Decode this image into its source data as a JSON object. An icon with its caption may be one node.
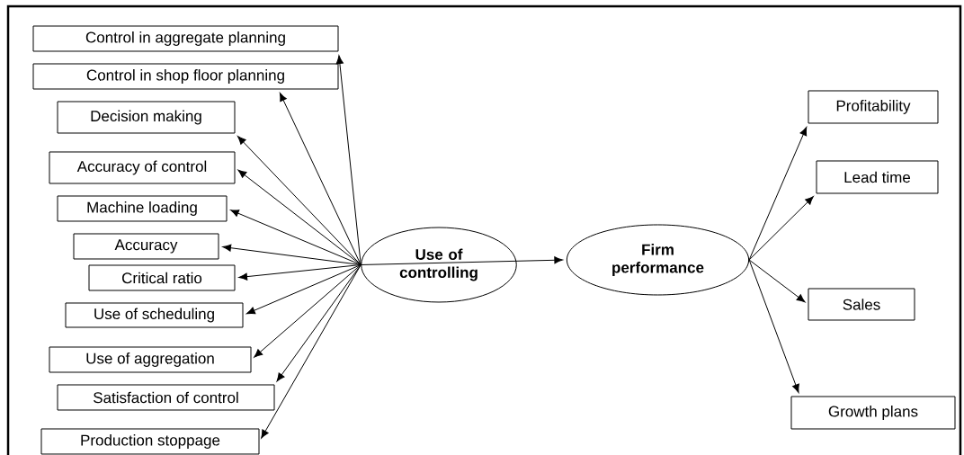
{
  "diagram": {
    "nodes": [
      {
        "text": [
          "Control in aggregate planning"
        ]
      },
      {
        "text": [
          "Control in shop floor planning"
        ]
      },
      {
        "text": [
          "Decision making"
        ]
      },
      {
        "text": [
          "Accuracy of control"
        ]
      },
      {
        "text": [
          "Machine loading"
        ]
      },
      {
        "text": [
          "Accuracy"
        ]
      },
      {
        "text": [
          "Critical ratio"
        ]
      },
      {
        "text": [
          "Use of scheduling"
        ]
      },
      {
        "text": [
          "Use of aggregation"
        ]
      },
      {
        "text": [
          "Satisfaction of control"
        ]
      },
      {
        "text": [
          "Production stoppage"
        ]
      },
      {
        "text": [
          "Use of controlling"
        ]
      },
      {
        "text": [
          "Firm performance"
        ]
      },
      {
        "text": [
          "Profitability"
        ]
      },
      {
        "text": [
          "Lead time"
        ]
      },
      {
        "text": [
          "Sales"
        ]
      },
      {
        "text": [
          "Growth plans"
        ]
      }
    ],
    "edges": [
      {
        "from": 11,
        "to": 0,
        "arrow": "to"
      },
      {
        "from": 11,
        "to": 1,
        "arrow": "to"
      },
      {
        "from": 11,
        "to": 2,
        "arrow": "to"
      },
      {
        "from": 11,
        "to": 3,
        "arrow": "to"
      },
      {
        "from": 11,
        "to": 4,
        "arrow": "to"
      },
      {
        "from": 11,
        "to": 5,
        "arrow": "to"
      },
      {
        "from": 11,
        "to": 6,
        "arrow": "to"
      },
      {
        "from": 11,
        "to": 7,
        "arrow": "to"
      },
      {
        "from": 11,
        "to": 8,
        "arrow": "to"
      },
      {
        "from": 11,
        "to": 9,
        "arrow": "to"
      },
      {
        "from": 11,
        "to": 10,
        "arrow": "to"
      },
      {
        "from": 11,
        "to": 12,
        "arrow": "to"
      },
      {
        "from": 12,
        "to": 13,
        "arrow": "to"
      },
      {
        "from": 12,
        "to": 14,
        "arrow": "to"
      },
      {
        "from": 12,
        "to": 15,
        "arrow": "to"
      },
      {
        "from": 12,
        "to": 16,
        "arrow": "to"
      }
    ]
  }
}
